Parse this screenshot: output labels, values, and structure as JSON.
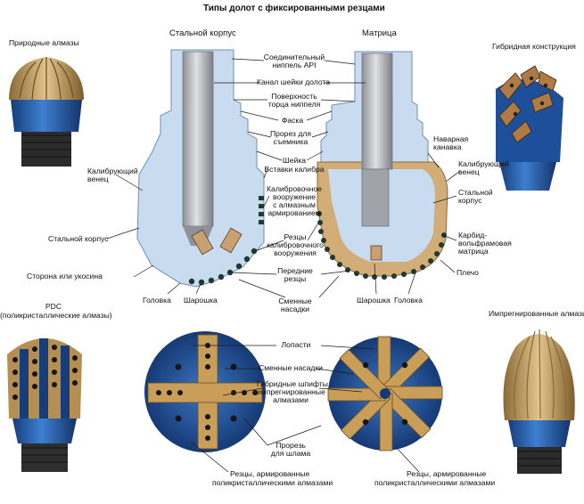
{
  "title": "Типы долот с фиксированными резцами",
  "headers": {
    "steel_body": "Стальной корпус",
    "matrix": "Матрица"
  },
  "photos": {
    "natural": "Природные алмазы",
    "hybrid": "Гибридная конструкция",
    "pdc_line1": "PDC",
    "pdc_line2": "(поликристаллические алмазы)",
    "impregnated": "Импрегнированные алмазы"
  },
  "labels": {
    "api_pin_1": "Соединительный",
    "api_pin_2": "ниппель API",
    "bore": "Канал шейки долота",
    "shoulder_1": "Поверхность",
    "shoulder_2": "торца ниппеля",
    "chamfer": "Фаска",
    "breaker_1": "Прорез для",
    "breaker_2": "съемника",
    "neck": "Шейка",
    "gauge_inserts": "Вставки калибра",
    "gauge_arm_1": "Калибровочное",
    "gauge_arm_2": "вооружение",
    "gauge_arm_3": "с алмазным",
    "gauge_arm_4": "армированием",
    "gauge_cut_1": "Резцы",
    "gauge_cut_2": "калибровочного",
    "gauge_cut_3": "вооружения",
    "front_1": "Передние",
    "front_2": "резцы",
    "nozzles_1": "Сменные",
    "nozzles_2": "насадки",
    "gauge_ring_l_1": "Калибрующий",
    "gauge_ring_l_2": "венец",
    "steel_body_l": "Стальной корпус",
    "side": "Сторона или укосина",
    "head_l": "Головка",
    "ball_l": "Шарошка",
    "weld_1": "Наварная",
    "weld_2": "канавка",
    "gauge_ring_r_1": "Калибрующий",
    "gauge_ring_r_2": "венец",
    "steel_r_1": "Стальной",
    "steel_r_2": "корпус",
    "carbide_1": "Карбид-",
    "carbide_2": "вольфрамовая",
    "carbide_3": "матрица",
    "shoulder_r": "Плечо",
    "ball_r": "Шарошка",
    "head_r": "Головка",
    "blades": "Лопасти",
    "nozzles_b": "Сменные насадки",
    "hybrid_1": "Гибридные шпифты,",
    "hybrid_2": "импрегнированные",
    "hybrid_3": "алмазами",
    "junk_1": "Прорезь",
    "junk_2": "для шлама",
    "pdc_l_1": "Резцы, армированные",
    "pdc_l_2": "поликристаллическими алмазами",
    "pdc_r_1": "Резцы, армированные",
    "pdc_r_2": "поликристаллическими алмазами"
  },
  "colors": {
    "steel_body": "#c9dbee",
    "matrix_tan": "#d2ad78",
    "shank_gray": "#a9acb2",
    "cutter_dark": "#1e3a32",
    "bit_blue": "#2c5fa8",
    "bit_gold": "#c99e58",
    "leader": "#1a1a1a"
  }
}
